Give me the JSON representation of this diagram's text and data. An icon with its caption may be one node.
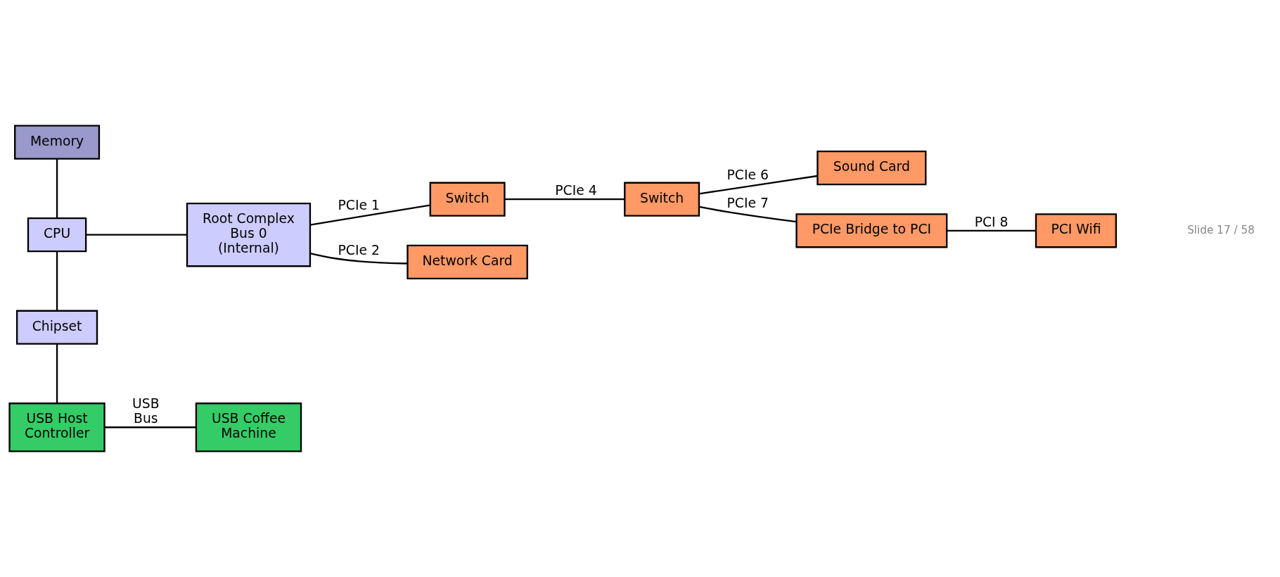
{
  "diagram": {
    "nodes": [
      {
        "text": [
          "Memory"
        ]
      },
      {
        "text": [
          "CPU"
        ]
      },
      {
        "text": [
          "Chipset"
        ]
      },
      {
        "text": [
          "USB Host Controller"
        ]
      },
      {
        "text": [
          "USB Coffee Machine"
        ]
      },
      {
        "text": [
          "Root Complex Bus 0 (Internal)"
        ]
      },
      {
        "text": [
          "Switch"
        ]
      },
      {
        "text": [
          "Switch"
        ]
      },
      {
        "text": [
          "Sound Card"
        ]
      },
      {
        "text": [
          "Network Card"
        ]
      },
      {
        "text": [
          "PCIe Bridge to PCI"
        ]
      },
      {
        "text": [
          "PCI Wifi"
        ]
      }
    ],
    "edges": [
      {
        "from": 0,
        "to": 1,
        "arrow": "none"
      },
      {
        "from": 1,
        "to": 2,
        "arrow": "none"
      },
      {
        "from": 2,
        "to": 3,
        "arrow": "none"
      },
      {
        "from": 3,
        "to": 4,
        "arrow": "none",
        "label": "USB Bus"
      },
      {
        "from": 1,
        "to": 5,
        "arrow": "none"
      },
      {
        "from": 5,
        "to": 6,
        "arrow": "none",
        "label": "PCIe 1"
      },
      {
        "from": 5,
        "to": 9,
        "arrow": "none",
        "label": "PCIe 2"
      },
      {
        "from": 6,
        "to": 7,
        "arrow": "none",
        "label": "PCIe 4"
      },
      {
        "from": 7,
        "to": 8,
        "arrow": "none",
        "label": "PCIe 6"
      },
      {
        "from": 7,
        "to": 10,
        "arrow": "none",
        "label": "PCIe 7"
      },
      {
        "from": 10,
        "to": 11,
        "arrow": "none",
        "label": "PCI 8"
      }
    ],
    "labels": [
      "Slide 17 / 58"
    ]
  }
}
